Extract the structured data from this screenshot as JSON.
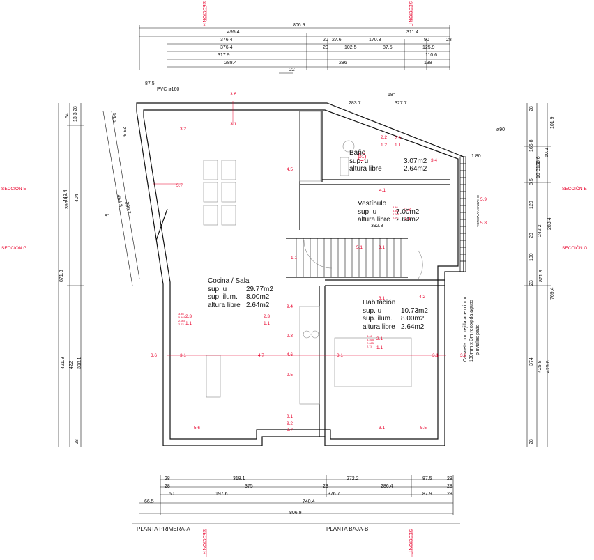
{
  "colors": {
    "line": "#111111",
    "red": "#e8002a",
    "grey": "#777777"
  },
  "top_dims": {
    "row1": [
      "806.9"
    ],
    "row2": [
      "495.4",
      "311.4"
    ],
    "row3": [
      "376.4",
      "20",
      "27.6",
      "170.3",
      "90",
      "28"
    ],
    "row4": [
      "376.4",
      "20",
      "102.5",
      "87.5",
      "125.9"
    ],
    "row5": [
      "317.9",
      "110.6"
    ],
    "row6": [
      "288.4",
      "286",
      "138"
    ],
    "row7": [
      "22"
    ]
  },
  "bottom_dims": {
    "row1": [
      "28",
      "318.1",
      "272.2",
      "87.5",
      "28"
    ],
    "row2": [
      "28",
      "375",
      "23",
      "286.4",
      "28"
    ],
    "row3": [
      "50",
      "197.6",
      "376.7",
      "87.9",
      "28"
    ],
    "row4": [
      "66.5",
      "740.4"
    ],
    "row5": [
      "806.9"
    ]
  },
  "left_dims": {
    "a": [
      "54",
      "13.3",
      "28"
    ],
    "b": [
      "449.4",
      "395.3",
      "404"
    ],
    "c": [
      "871.3"
    ],
    "d": [
      "421.9",
      "422",
      "398.1"
    ],
    "e": [
      "28"
    ]
  },
  "right_dims": {
    "a": [
      "28",
      "101.9",
      "166.8",
      "60.2",
      "38.6",
      "10",
      "31.2",
      "8.5",
      "120",
      "242.2",
      "283.4",
      "23",
      "100",
      "23",
      "871.3",
      "769.4",
      "374",
      "425.8",
      "425.8",
      "28"
    ]
  },
  "slanted_dims": {
    "top": [
      "283.7",
      "327.7",
      "18°"
    ],
    "left": [
      "23.9",
      "54.6",
      "454.3",
      "399.7",
      "8°"
    ],
    "misc": [
      "87.5",
      "PVC ø160",
      "ø90",
      "1.80"
    ]
  },
  "sections": {
    "top_left": "SECCIÓN H",
    "top_right": "SECCIÓN F",
    "left_e": "SECCIÓN E",
    "left_g": "SECCIÓN G",
    "right_e": "SECCIÓN E",
    "right_g": "SECCIÓN G",
    "bottom_left": "SECCIÓN H",
    "bottom_right": "SECCIÓN F"
  },
  "rooms": [
    {
      "name": "Baño",
      "rows": [
        [
          "sup. u",
          "3.07m2"
        ],
        [
          "altura libre",
          "2.64m2"
        ]
      ]
    },
    {
      "name": "Vestíbulo",
      "rows": [
        [
          "sup. u",
          "7.00m2"
        ],
        [
          "altura libre",
          "2.64m2"
        ]
      ]
    },
    {
      "name": "Cocina / Sala",
      "rows": [
        [
          "sup. u",
          "29.77m2"
        ],
        [
          "sup. ilum.",
          "8.00m2"
        ],
        [
          "altura libre",
          "2.64m2"
        ]
      ]
    },
    {
      "name": "Habitación",
      "rows": [
        [
          "sup. u",
          "10.73m2"
        ],
        [
          "sup. ilum.",
          "8.00m2"
        ],
        [
          "altura libre",
          "2.64m2"
        ]
      ]
    }
  ],
  "red_labels": [
    "3.6",
    "3.1",
    "3.2",
    "5.7",
    "4.5",
    "4.1",
    "3.4",
    "D1",
    "5.9",
    "5.8",
    "5.1",
    "3.1",
    "1.1",
    "4.2",
    "9.4",
    "9.3",
    "4.6",
    "3.6",
    "3.1",
    "4.7",
    "3.1",
    "3.1",
    "3.6",
    "9.5",
    "9.1",
    "9.2",
    "9.7",
    "5.6",
    "5.5",
    "3.1",
    "3.1",
    "2.3",
    "1.1",
    "2.2",
    "1.2",
    "2.3",
    "1.1",
    "2.1",
    "1.1",
    "2.3",
    "1.1",
    "2.3",
    "1.1"
  ],
  "misc_text": {
    "stair_dim": "392.8",
    "gutter_note": [
      "Canaleta con rejilla acero inox",
      "130mm x 3m recogida aguas",
      "pluviales patio"
    ],
    "vertical_small": "CHIMENEA VIVIENDA"
  },
  "levels": {
    "l1": "3.46",
    "l2": "5.465",
    "l3": "2.665",
    "l4": "2.74"
  },
  "plan_titles": {
    "left": "PLANTA PRIMERA-A",
    "right": "PLANTA BAJA-B"
  }
}
